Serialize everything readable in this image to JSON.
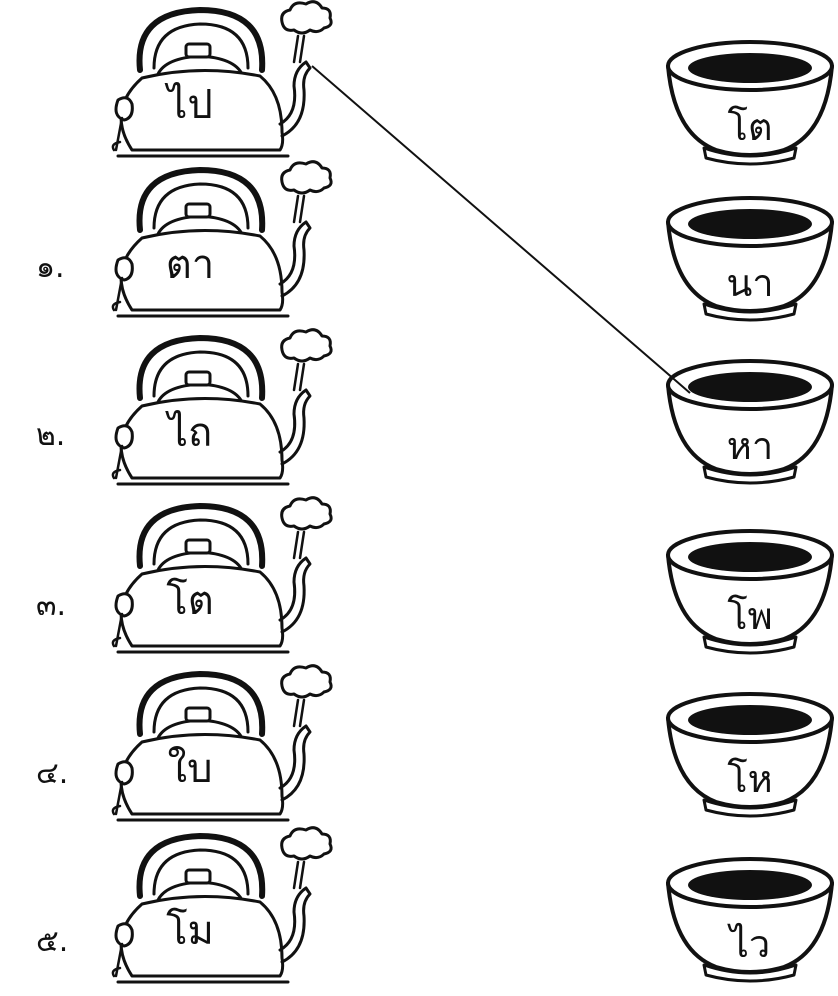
{
  "example": {
    "kettle_word": "ไป"
  },
  "items": [
    {
      "number": "๑.",
      "kettle_word": "ตา"
    },
    {
      "number": "๒.",
      "kettle_word": "ไถ"
    },
    {
      "number": "๓.",
      "kettle_word": "โต"
    },
    {
      "number": "๔.",
      "kettle_word": "ใบ"
    },
    {
      "number": "๕.",
      "kettle_word": "โม"
    }
  ],
  "bowls": [
    {
      "word": "โต"
    },
    {
      "word": "นา"
    },
    {
      "word": "หา"
    },
    {
      "word": "โพ"
    },
    {
      "word": "โห"
    },
    {
      "word": "ไว"
    }
  ],
  "colors": {
    "ink": "#111111",
    "paper": "#ffffff"
  },
  "icons": {
    "kettle": "teakettle-icon",
    "bowl": "bowl-icon",
    "steam": "steam-cloud-icon"
  }
}
